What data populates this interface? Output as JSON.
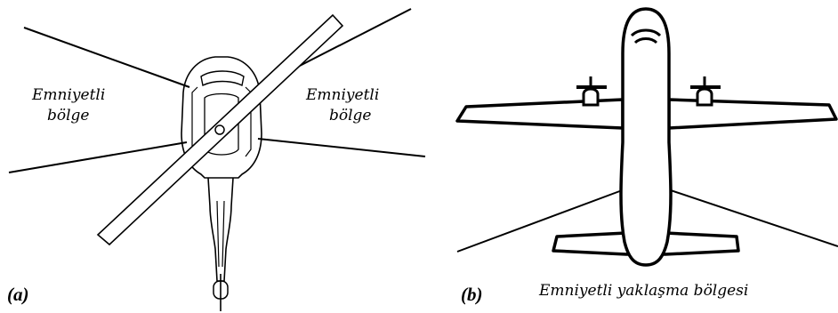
{
  "panel_a": {
    "label": "(a)",
    "left_zone": {
      "line1": "Emniyetli",
      "line2": "bölge"
    },
    "right_zone": {
      "line1": "Emniyetli",
      "line2": "bölge"
    }
  },
  "panel_b": {
    "label": "(b)",
    "caption": "Emniyetli yaklaşma bölgesi"
  }
}
